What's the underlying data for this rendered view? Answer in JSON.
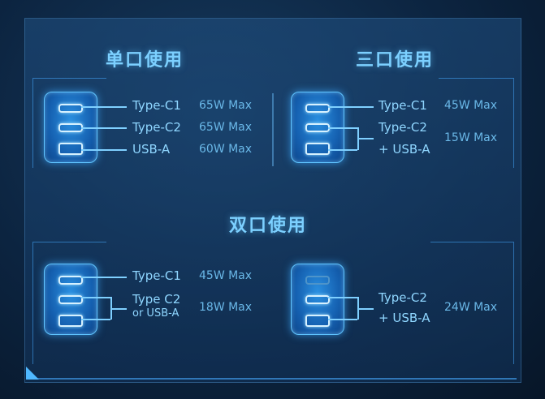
{
  "sections": {
    "single": {
      "title": "单口使用",
      "rows": [
        {
          "label": "Type-C1",
          "value": "65W Max"
        },
        {
          "label": "Type-C2",
          "value": "65W Max"
        },
        {
          "label": "USB-A",
          "value": "60W Max"
        }
      ]
    },
    "triple": {
      "title": "三口使用",
      "rows": [
        {
          "label": "Type-C1",
          "value": "45W Max"
        },
        {
          "label": "Type-C2",
          "value": ""
        },
        {
          "label": "+ USB-A",
          "value": "15W Max"
        }
      ]
    },
    "dual": {
      "title": "双口使用",
      "left": {
        "row1_label": "Type-C1",
        "row1_value": "45W Max",
        "row2_label_a": "Type C2",
        "row2_label_b": "or USB-A",
        "row2_value": "18W Max"
      },
      "right": {
        "label_a": "Type-C2",
        "label_b": "+ USB-A",
        "value": "24W Max"
      }
    }
  },
  "colors": {
    "accent": "#7cd0ff",
    "device": "#1a6fc4",
    "background": "#0c2440"
  }
}
